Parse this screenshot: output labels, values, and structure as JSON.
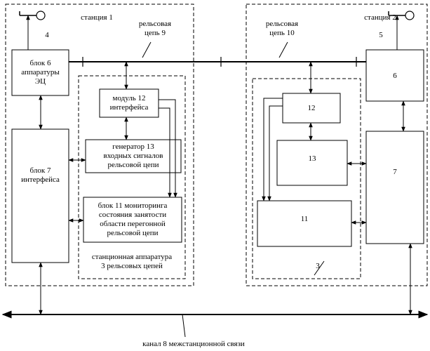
{
  "station1": {
    "title": "станция 1",
    "antenna_number": "4",
    "block6": {
      "line1": "блок 6",
      "line2": "аппаратуры",
      "line3": "ЭЦ"
    },
    "block7": {
      "line1": "блок 7",
      "line2": "интерфейса"
    },
    "module12": {
      "line1": "модуль 12",
      "line2": "интерфейса"
    },
    "generator13": {
      "line1": "генератор 13",
      "line2": "входных сигналов",
      "line3": "рельсовой цепи"
    },
    "block11": {
      "line1": "блок 11 мониторинга",
      "line2": "состояния занятости",
      "line3": "области перегонной",
      "line4": "рельсовой цепи"
    },
    "apparatus": {
      "line1": "станционная аппаратура",
      "line2": "3 рельсовых цепей"
    }
  },
  "track_circuit_9": {
    "line1": "рельсовая",
    "line2": "цепь 9"
  },
  "track_circuit_10": {
    "line1": "рельсовая",
    "line2": "цепь 10"
  },
  "station2": {
    "title": "станция 2",
    "antenna_number": "5",
    "block6": "6",
    "block7": "7",
    "block12": "12",
    "block13": "13",
    "block11": "11",
    "apparatus": "3"
  },
  "channel8": "канал 8 межстанционной связи"
}
